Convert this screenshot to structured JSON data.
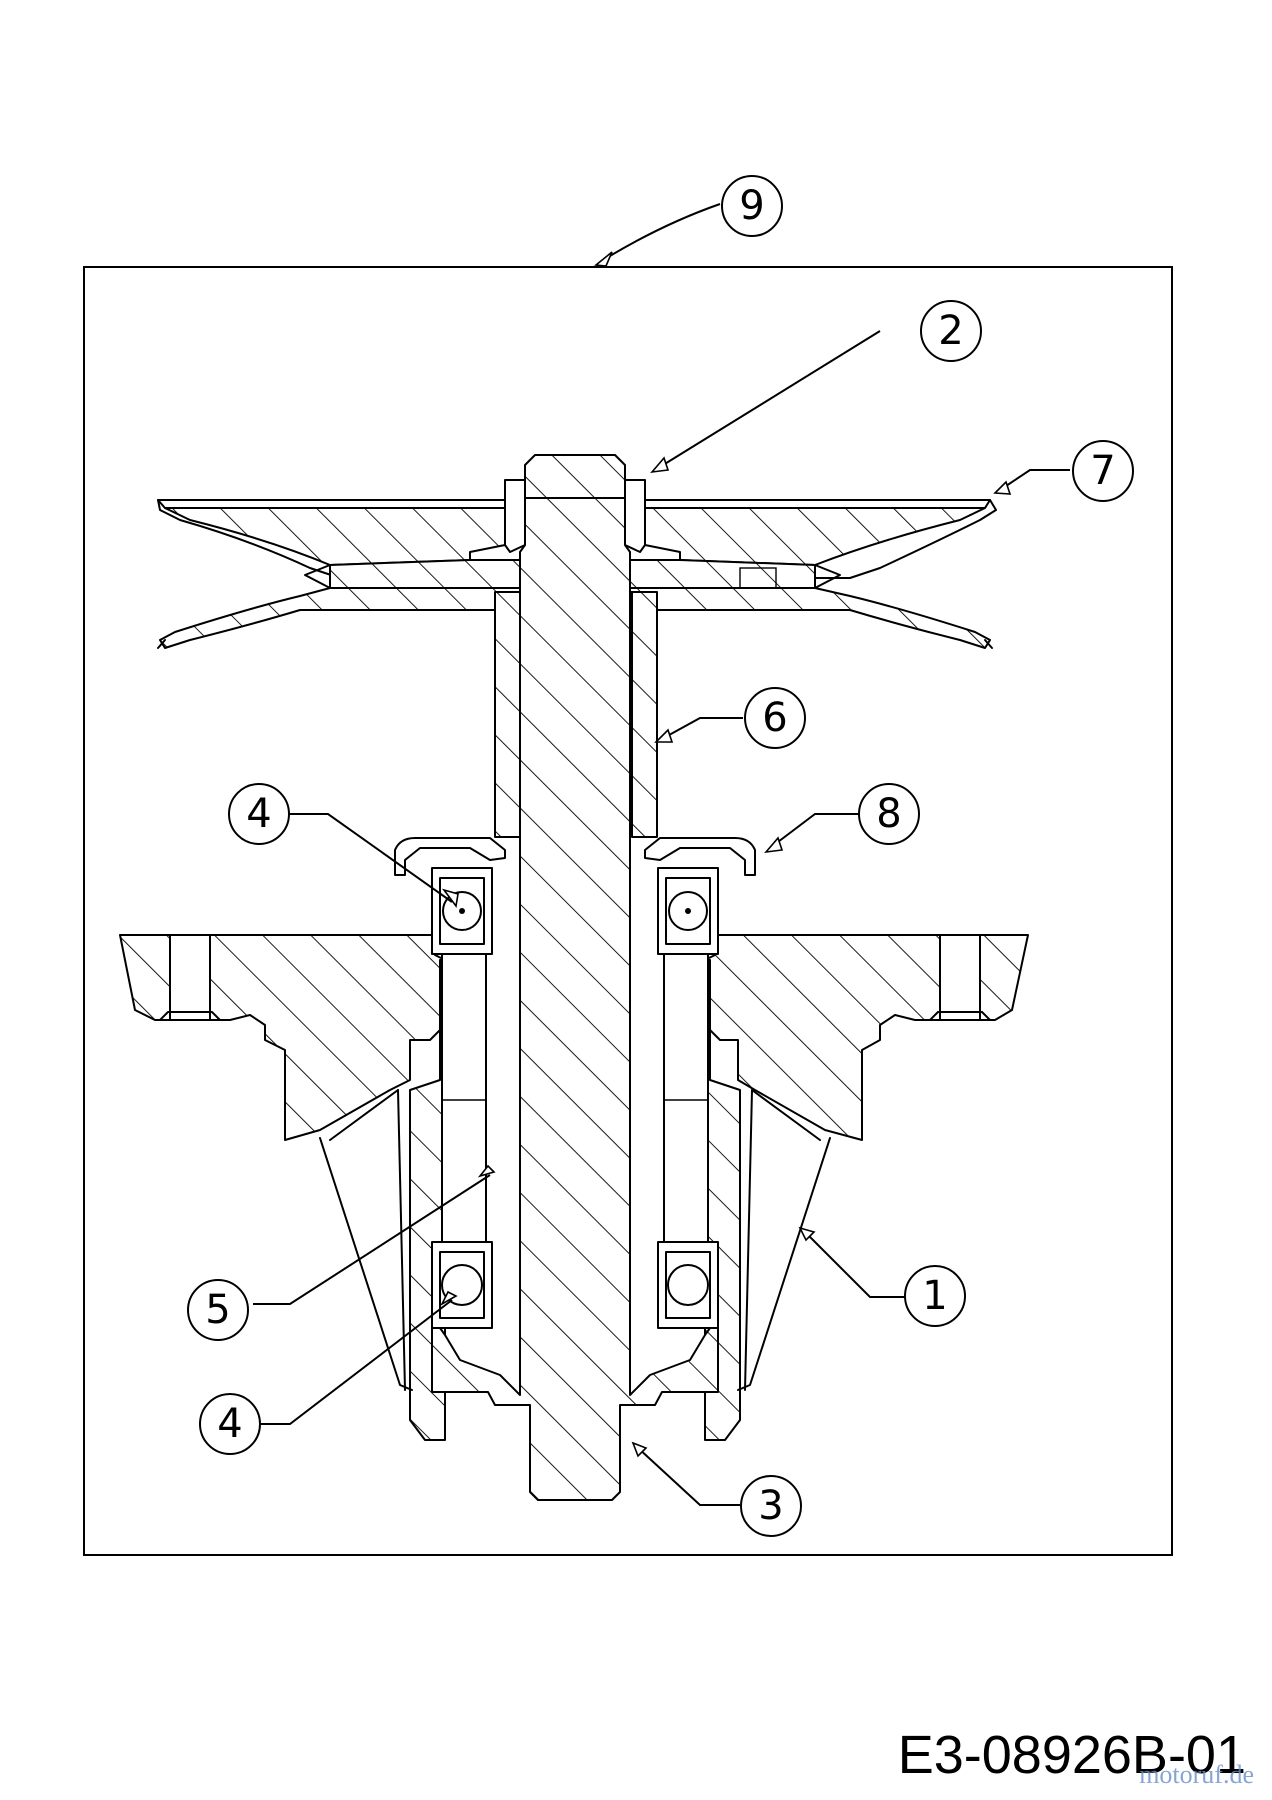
{
  "callouts": [
    {
      "id": "c1",
      "label": "1"
    },
    {
      "id": "c2",
      "label": "2"
    },
    {
      "id": "c3",
      "label": "3"
    },
    {
      "id": "c4a",
      "label": "4"
    },
    {
      "id": "c4b",
      "label": "4"
    },
    {
      "id": "c5",
      "label": "5"
    },
    {
      "id": "c6",
      "label": "6"
    },
    {
      "id": "c7",
      "label": "7"
    },
    {
      "id": "c8",
      "label": "8"
    },
    {
      "id": "c9",
      "label": "9"
    }
  ],
  "drawing_code": "E3-08926B-01",
  "watermark": "motoruf.de"
}
